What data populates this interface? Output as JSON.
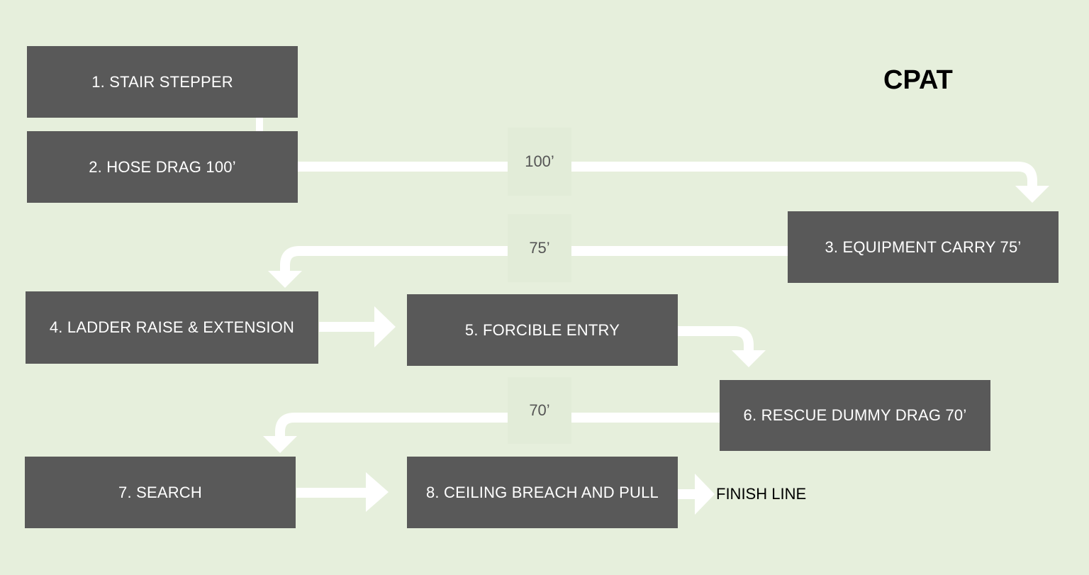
{
  "title": "CPAT",
  "stations": [
    {
      "label": "1. STAIR STEPPER"
    },
    {
      "label": "2. HOSE DRAG 100’"
    },
    {
      "label": "3. EQUIPMENT CARRY 75’"
    },
    {
      "label": "4. LADDER RAISE & EXTENSION"
    },
    {
      "label": "5. FORCIBLE ENTRY"
    },
    {
      "label": "6. RESCUE DUMMY DRAG 70’"
    },
    {
      "label": "7. SEARCH"
    },
    {
      "label": "8. CEILING BREACH AND PULL"
    }
  ],
  "distances": [
    "100’",
    "75’",
    "70’"
  ],
  "finish_label": "FINISH LINE",
  "colors": {
    "background": "#e6efdc",
    "box": "#595959",
    "box_text": "#ffffff",
    "arrow": "#ffffff",
    "distance_text": "#555555"
  }
}
